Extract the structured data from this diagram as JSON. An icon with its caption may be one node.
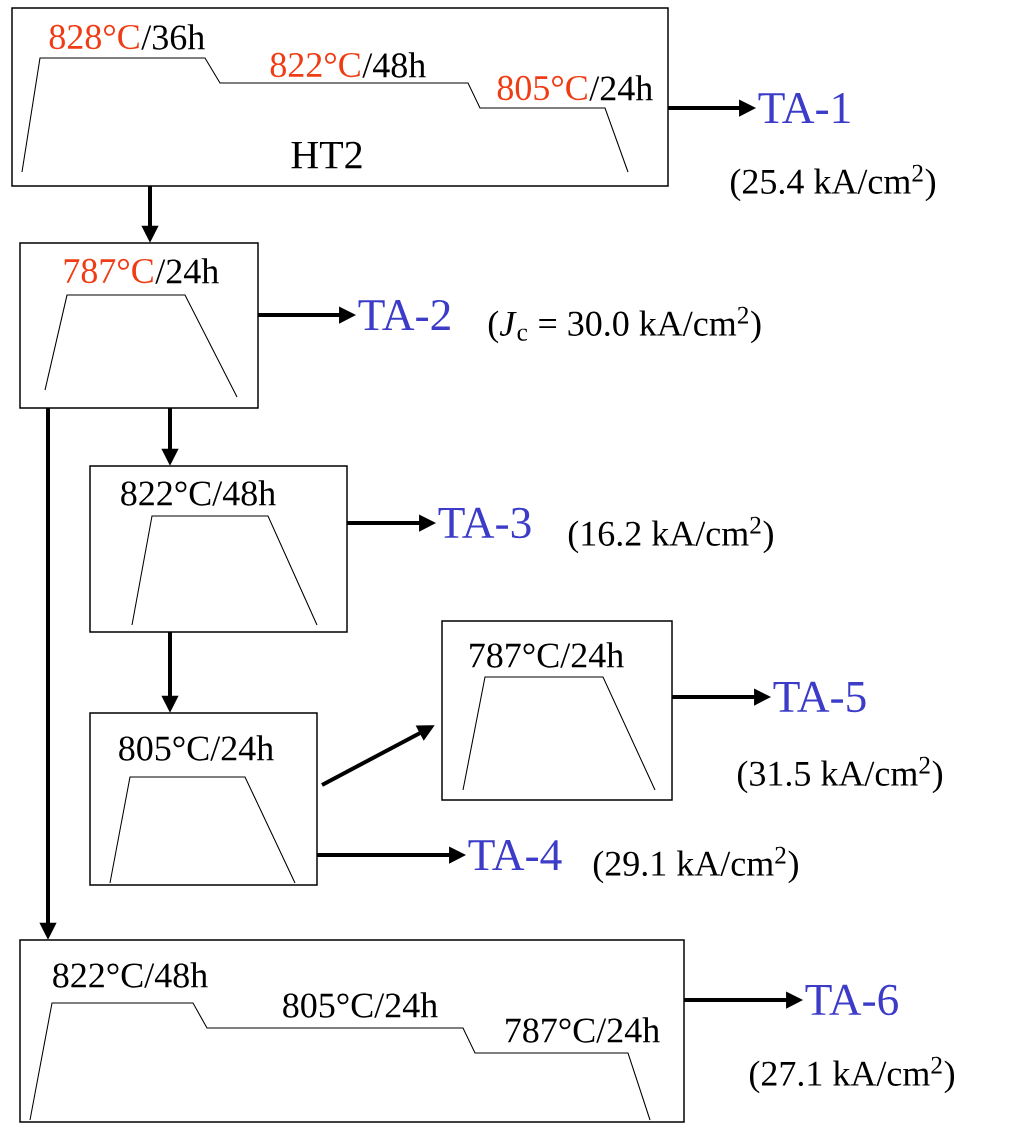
{
  "diagram": {
    "nodes": [
      {
        "text": [
          "828°C",
          "/36h",
          "822°C",
          "/48h",
          "805°C",
          "/24h",
          "HT2"
        ]
      },
      {
        "text": [
          "TA-1"
        ],
        "beside": [
          "(25.4 kA/cm$^{2}$)"
        ]
      },
      {
        "text": [
          "787°C",
          "/24h"
        ]
      },
      {
        "text": [
          "TA-2"
        ],
        "beside": [
          "(*J*$_{c}$ = 30.0 kA/cm$^{2}$)"
        ]
      },
      {
        "text": [
          "822°C/48h"
        ]
      },
      {
        "text": [
          "TA-3"
        ],
        "beside": [
          "(16.2 kA/cm$^{2}$)"
        ]
      },
      {
        "text": [
          "805°C/24h"
        ]
      },
      {
        "text": [
          "787°C/24h"
        ]
      },
      {
        "text": [
          "TA-5"
        ],
        "beside": [
          "(31.5 kA/cm$^{2}$)"
        ]
      },
      {
        "text": [
          "TA-4"
        ],
        "beside": [
          "(29.1 kA/cm$^{2}$)"
        ]
      },
      {
        "text": [
          "822°C/48h",
          "805°C/24h",
          "787°C/24h"
        ]
      },
      {
        "text": [
          "TA-6"
        ],
        "beside": [
          "(27.1 kA/cm$^{2}$)"
        ]
      }
    ],
    "edges": [
      {
        "from": 0,
        "to": 1,
        "arrow": "to"
      },
      {
        "from": 0,
        "to": 2,
        "arrow": "to"
      },
      {
        "from": 2,
        "to": 3,
        "arrow": "to"
      },
      {
        "from": 2,
        "to": 4,
        "arrow": "to"
      },
      {
        "from": 2,
        "to": 10,
        "arrow": "to"
      },
      {
        "from": 4,
        "to": 5,
        "arrow": "to"
      },
      {
        "from": 4,
        "to": 6,
        "arrow": "to"
      },
      {
        "from": 6,
        "to": 7,
        "arrow": "to"
      },
      {
        "from": 7,
        "to": 8,
        "arrow": "to"
      },
      {
        "from": 6,
        "to": 9,
        "arrow": "to"
      },
      {
        "from": 10,
        "to": 11,
        "arrow": "to"
      }
    ]
  }
}
